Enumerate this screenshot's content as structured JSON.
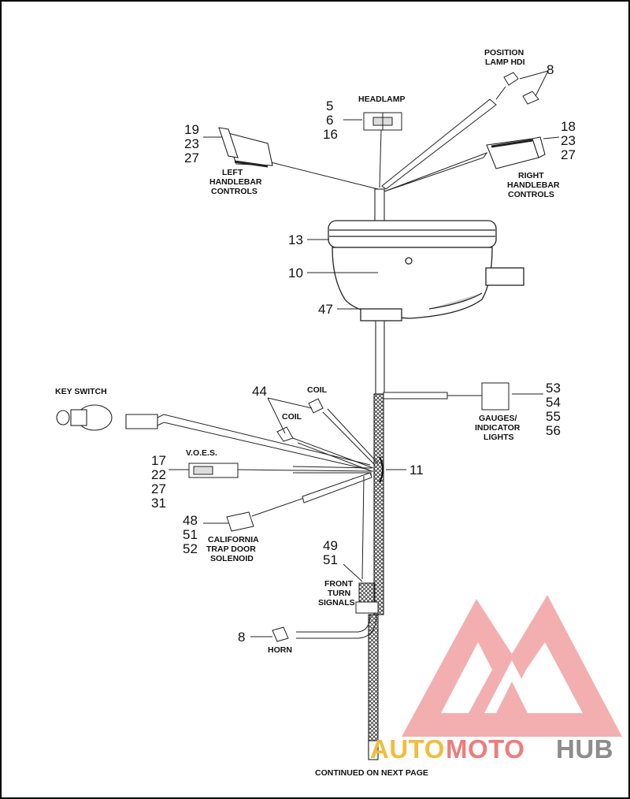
{
  "labels": {
    "position_lamp": [
      "POSITION",
      "LAMP HDI"
    ],
    "headlamp": "HEADLAMP",
    "left_controls": [
      "LEFT",
      "HANDLEBAR",
      "CONTROLS"
    ],
    "right_controls": [
      "RIGHT",
      "HANDLEBAR",
      "CONTROLS"
    ],
    "key_switch": "KEY SWITCH",
    "coil_upper": "COIL",
    "coil_lower": "COIL",
    "voes": "V.O.E.S.",
    "gauges": [
      "GAUGES/",
      "INDICATOR",
      "LIGHTS"
    ],
    "california": [
      "CALIFORNIA",
      "TRAP DOOR",
      "SOLENOID"
    ],
    "front_turn": [
      "FRONT",
      "TURN",
      "SIGNALS"
    ],
    "horn": "HORN",
    "continued": "CONTINUED ON NEXT PAGE"
  },
  "callouts": {
    "position_lamp": [
      "8"
    ],
    "headlamp": [
      "5",
      "6",
      "16"
    ],
    "left_controls": [
      "19",
      "23",
      "27"
    ],
    "right_controls": [
      "18",
      "23",
      "27"
    ],
    "upper_housing": [
      "13"
    ],
    "lower_housing": [
      "10"
    ],
    "bracket": [
      "47"
    ],
    "coil": [
      "44"
    ],
    "gauges": [
      "53",
      "54",
      "55",
      "56"
    ],
    "voes": [
      "17",
      "22",
      "27",
      "31"
    ],
    "junction": [
      "11"
    ],
    "california": [
      "48",
      "51",
      "52"
    ],
    "front_turn": [
      "49",
      "51"
    ],
    "horn": [
      "8"
    ]
  },
  "watermark": {
    "part1": "AUTO",
    "part2": "MOTO",
    "part3": "HUB",
    "colors": {
      "gold": "#f0bd3e",
      "red": "#f07b7b",
      "gray": "#8d8d8d",
      "logo": "#f0a0a0"
    }
  }
}
